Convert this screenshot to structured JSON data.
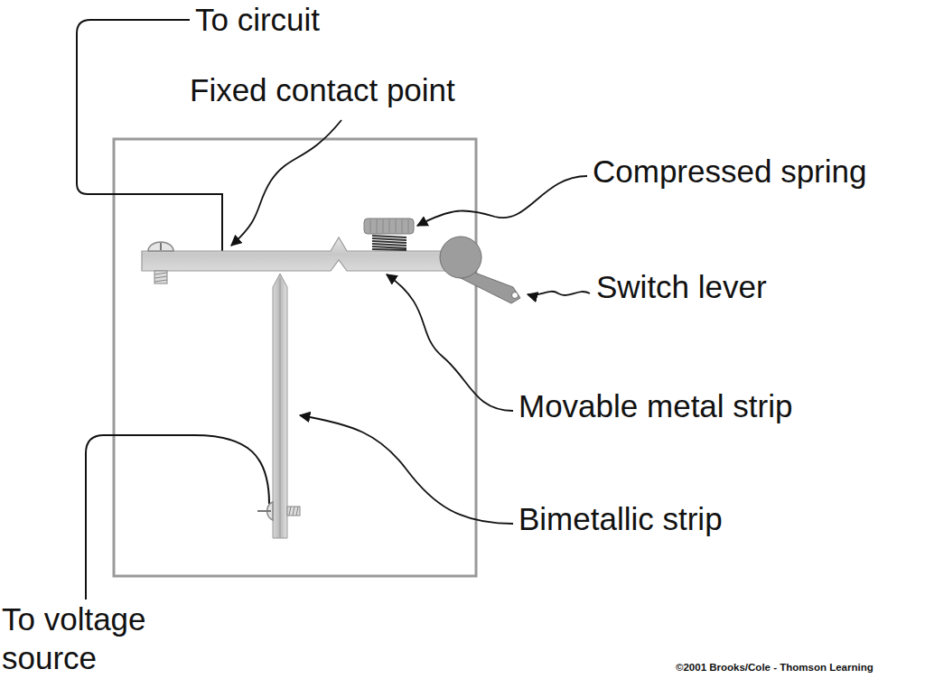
{
  "diagram": {
    "labels": [
      "To circuit",
      "Fixed contact point",
      "Compressed spring",
      "Switch lever",
      "Movable metal strip",
      "Bimetallic strip",
      "To voltage source",
      "©2001 Brooks/Cole - Thomson Learning"
    ]
  }
}
